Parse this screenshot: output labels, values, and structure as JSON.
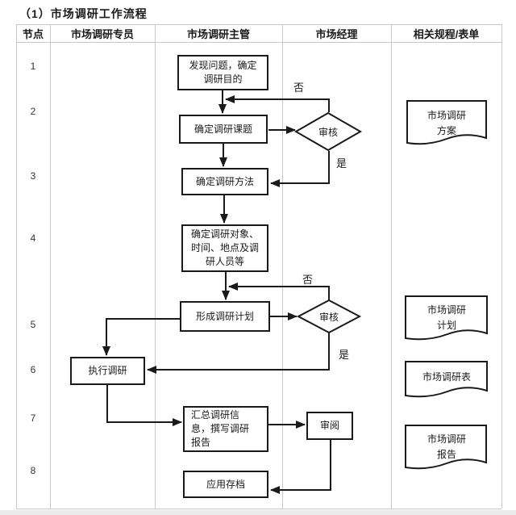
{
  "page_title": "（1）市场调研工作流程",
  "colors": {
    "flow_line": "#1a1a1a",
    "grid_line": "#c9c9c9",
    "background": "#ffffff",
    "text": "#1a1a1a"
  },
  "table": {
    "headers": [
      "节点",
      "市场调研专员",
      "市场调研主管",
      "市场经理",
      "相关规程/表单"
    ],
    "node_numbers": [
      "1",
      "2",
      "3",
      "4",
      "5",
      "6",
      "7",
      "8"
    ]
  },
  "flowchart": {
    "steps": [
      {
        "label": "发现问题，确定调研目的",
        "lines": [
          "发现问题，确定",
          "调研目的"
        ]
      },
      {
        "label": "确定调研课题",
        "lines": [
          "确定调研课题"
        ]
      },
      {
        "label": "确定调研方法",
        "lines": [
          "确定调研方法"
        ]
      },
      {
        "label": "确定调研对象、时间、地点及调研人员等",
        "lines": [
          "确定调研对象、",
          "时间、地点及调",
          "研人员等"
        ]
      },
      {
        "label": "形成调研计划",
        "lines": [
          "形成调研计划"
        ]
      },
      {
        "label": "执行调研",
        "lines": [
          "执行调研"
        ]
      },
      {
        "label": "汇总调研信息，撰写调研报告",
        "lines": [
          "汇总调研信",
          "息，撰写调研",
          "报告"
        ]
      },
      {
        "label": "应用存档",
        "lines": [
          "应用存档"
        ]
      }
    ],
    "decisions": [
      {
        "label": "审核"
      },
      {
        "label": "审核"
      }
    ],
    "review_step": {
      "label": "审阅"
    },
    "branch_labels": [
      "否",
      "是",
      "否",
      "是"
    ],
    "documents": [
      {
        "label": "市场调研方案",
        "lines": [
          "市场调研",
          "方案"
        ]
      },
      {
        "label": "市场调研计划",
        "lines": [
          "市场调研",
          "计划"
        ]
      },
      {
        "label": "市场调研表",
        "lines": [
          "市场调研表"
        ]
      },
      {
        "label": "市场调研报告",
        "lines": [
          "市场调研",
          "报告"
        ]
      }
    ]
  }
}
